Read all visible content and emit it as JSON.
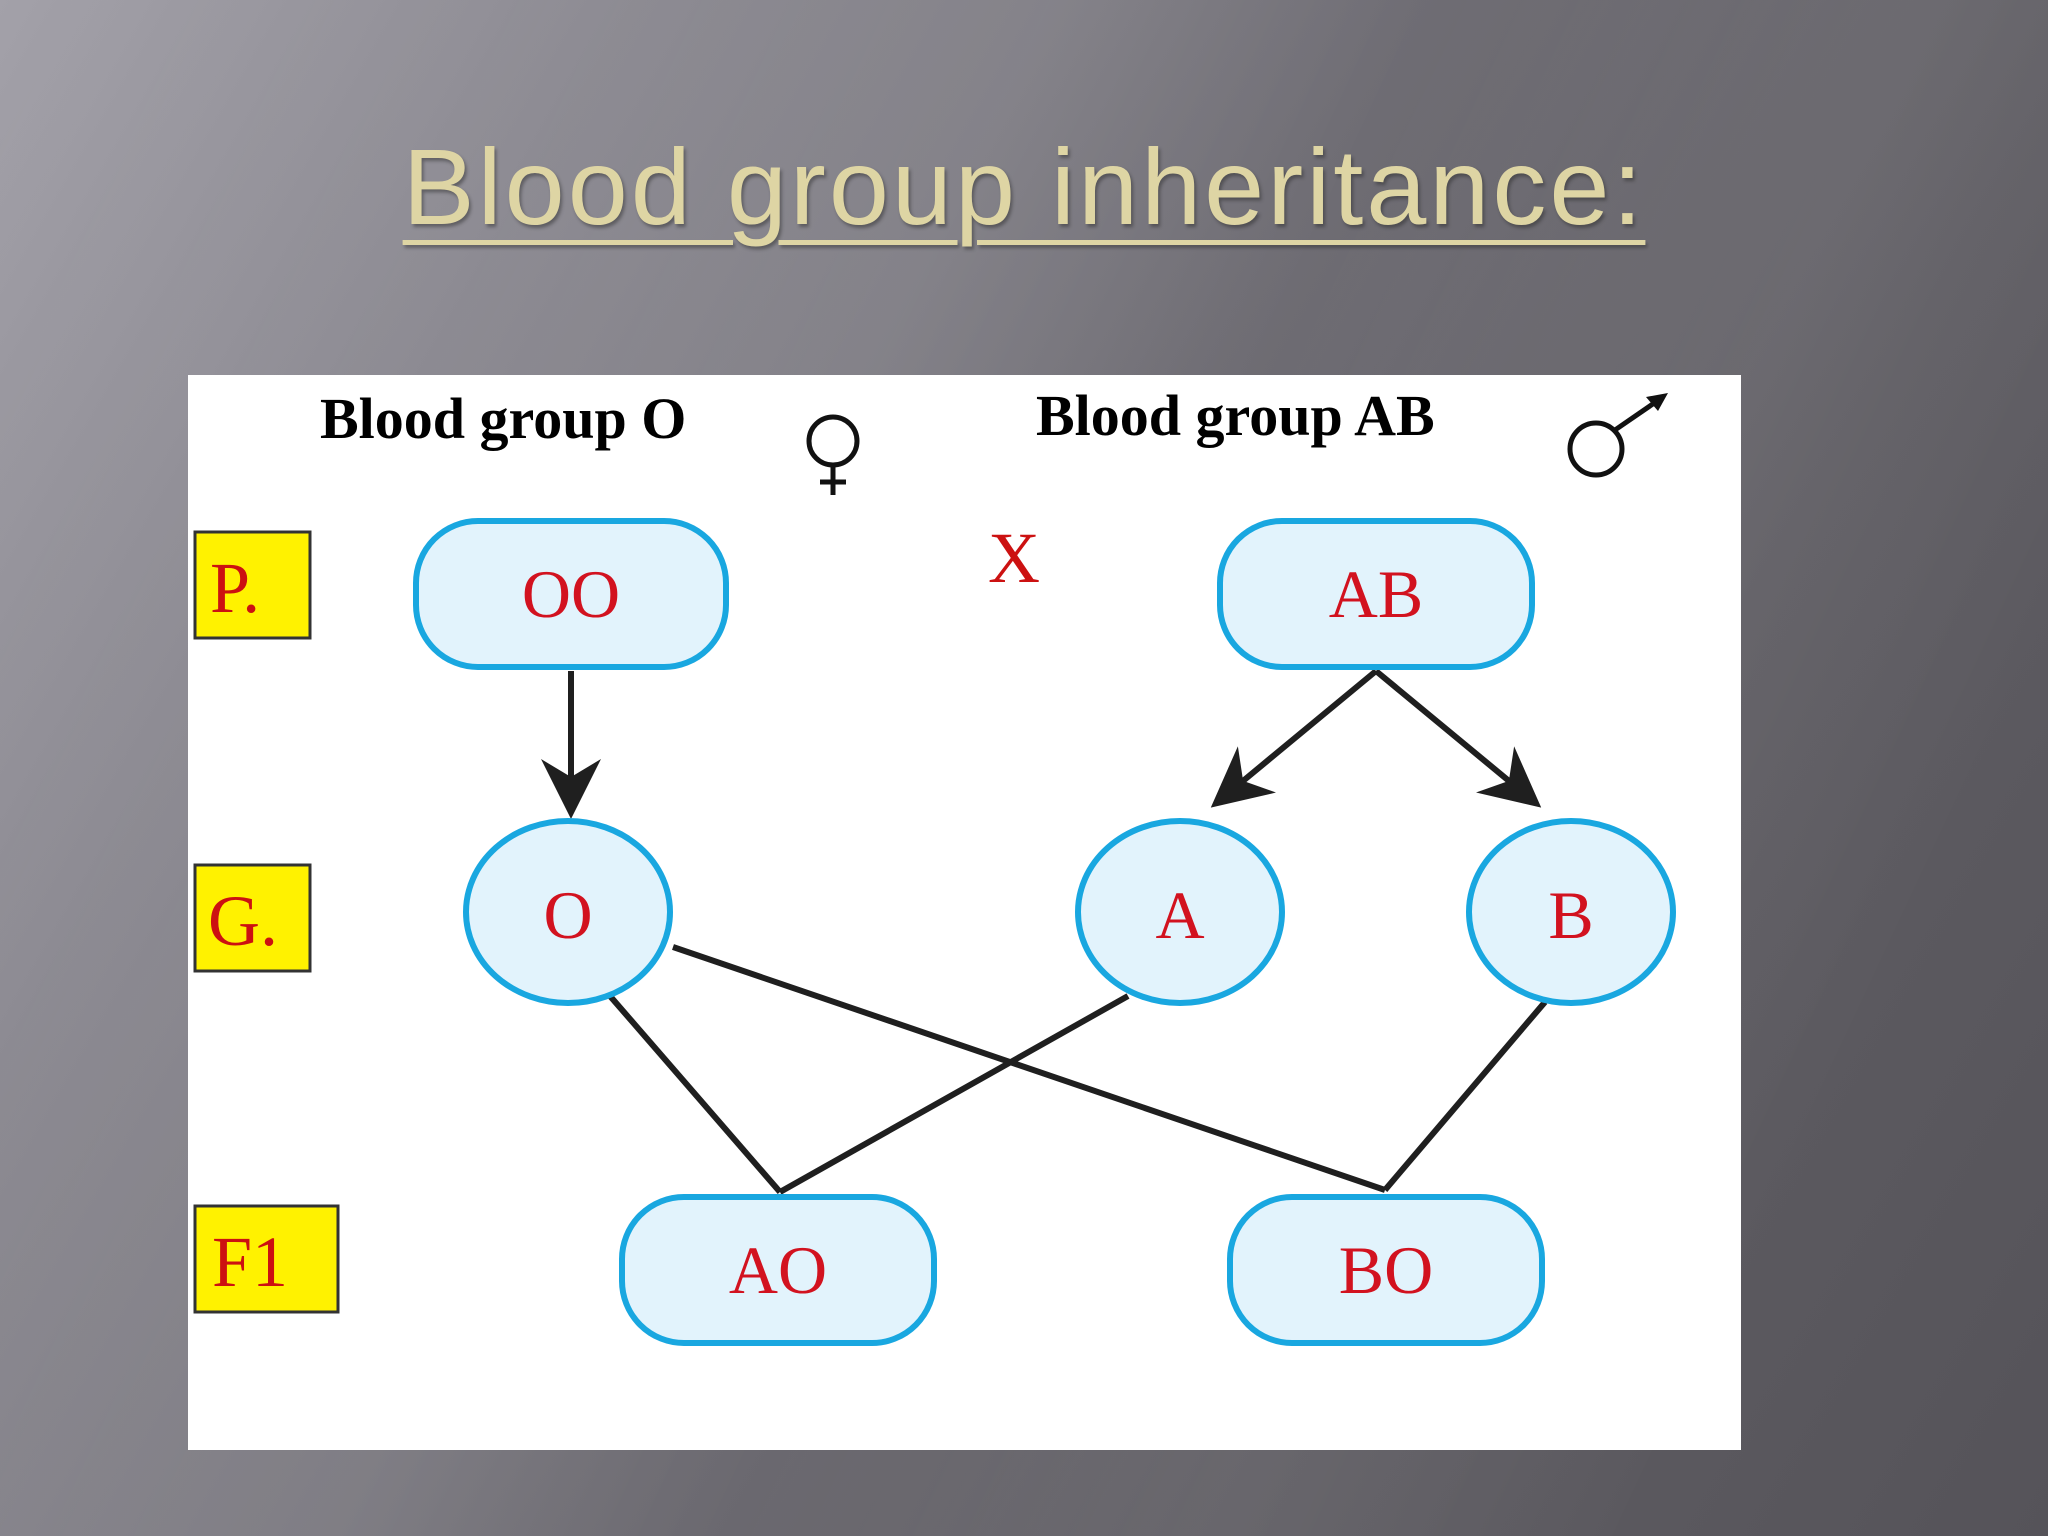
{
  "title": "Blood group inheritance:",
  "parents": {
    "female_label": "Blood group O",
    "male_label": "Blood group AB",
    "female_icon": "female-symbol-icon",
    "male_icon": "male-symbol-icon"
  },
  "generations": {
    "parent": "P.",
    "gametes": "G.",
    "filial": "F1"
  },
  "cross_symbol": "X",
  "nodes": {
    "parent_female": "OO",
    "parent_male": "AB",
    "gamete_o": "O",
    "gamete_a": "A",
    "gamete_b": "B",
    "offspring_ao": "AO",
    "offspring_bo": "BO"
  },
  "colors": {
    "title": "#ded5a4",
    "node_fill": "#e2f3fc",
    "node_stroke": "#19a7e0",
    "node_text": "#d2121f",
    "generation_box": "#fff200"
  }
}
